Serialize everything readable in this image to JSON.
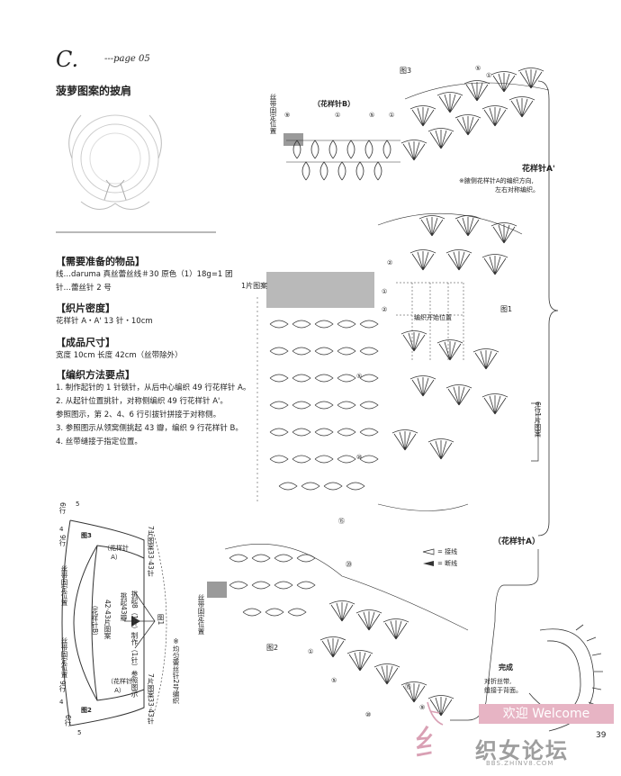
{
  "header": {
    "section_letter": "C.",
    "page_ref": "---page 05"
  },
  "title": "菠萝图案的披肩",
  "materials": {
    "heading": "【需要准备的物品】",
    "yarn": "线…daruma 真丝蕾丝线＃30  原色（1）18g=1 团",
    "hook": "针…蕾丝针 2 号"
  },
  "gauge": {
    "heading": "【织片密度】",
    "value": "花样针 A・A'   13 针・10cm"
  },
  "size": {
    "heading": "【成品尺寸】",
    "value": "宽度 10cm  长度 42cm（丝带除外）"
  },
  "instructions": {
    "heading": "【编织方法要点】",
    "steps": [
      "1. 制作起针的 1 针锁针，从后中心编织 49 行花样针 A。",
      "2. 从起针位置挑针，对称侧编织 49 行花样针 A'。",
      "参照图示，第 2、4、6 行引拔针拼接于对称侧。",
      "3. 参照图示从领窝侧挑起 43 瓣，编织 9 行花样针 B。",
      "4. 丝带缝接于指定位置。"
    ]
  },
  "fig3": {
    "label": "图3",
    "pattern_b": "（花样针B）",
    "ribbon_pos": "丝带固定位置",
    "row_markers": [
      "⑨",
      "①",
      "⑤",
      "①"
    ],
    "top_markers": [
      "⑤",
      "①"
    ]
  },
  "pattern_a_prime": {
    "label": "花样针A'",
    "note1": "※腋侧花样针A的编织方向,",
    "note2": "左右对称编织。"
  },
  "fig1": {
    "label": "图1",
    "one_piece": "1片图案",
    "start_pos": "编织开始位置",
    "row_repeat": "6行1片图案",
    "row_markers": [
      "②",
      "①",
      "②",
      "⑤",
      "⑩",
      "⑮",
      "⑳"
    ]
  },
  "fig2": {
    "label": "图2",
    "ribbon_pos": "丝带固定位置",
    "row_markers": [
      "①",
      "⑤",
      "⑩",
      "⑮",
      "⑨"
    ]
  },
  "pattern_a_label": "（花样针A）",
  "legend": {
    "join": "= 接线",
    "cut": "= 断线"
  },
  "finished": {
    "label": "完成",
    "note1": "对折丝带,",
    "note2": "缝接于背面。"
  },
  "schematic": {
    "fig3": "图3",
    "fig2": "图2",
    "fig1": "图1",
    "pattern_a_top": "（花样针A）",
    "pattern_a_bottom": "（花样针A）",
    "pattern_b": "（花样针B）",
    "pick_top": "挑起43瓣",
    "pick_top_sub": "挑起8（1针）",
    "make": "制作（1针）参照图示",
    "rows_42": "42·43片图案",
    "rows_33_top": "7片图案33·43针",
    "rows_33_bottom": "7片图案33·43针",
    "ribbon_top": "丝带固定位置",
    "ribbon_bottom": "丝带固定位置",
    "top_6": "6行",
    "top_5": "5",
    "side_4": "4",
    "side_9": "9行",
    "bottom_6": "6行",
    "bottom_5": "5",
    "side_4b": "4",
    "side_9b": "9行",
    "note": "※均匀蕾丝针2号编织"
  },
  "page_number": "39",
  "watermark": {
    "welcome": "欢迎 Welcome",
    "site_cn": "织女论坛",
    "site_url": "BBS.ZHINV8.COM"
  },
  "colors": {
    "ink": "#222222",
    "gray_band": "#b9b9b9",
    "pink": "#d9a0b4",
    "banner": "#e7b4c4"
  }
}
